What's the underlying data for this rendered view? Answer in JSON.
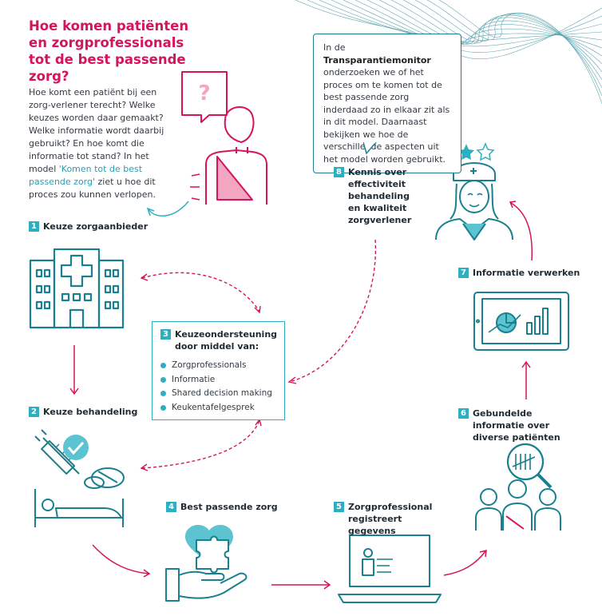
{
  "title": "Hoe komen patiënten en zorgprofessionals tot de best passende zorg?",
  "intro": {
    "before_link": "Hoe komt een patiënt bij een zorg-verlener terecht? Welke keuzes worden daar gemaakt? Welke informatie wordt daarbij gebruikt? En hoe komt die informatie tot stand? In het model ",
    "link": "'Komen tot de best passende zorg'",
    "after_link": " ziet u hoe dit proces zou kunnen verlopen."
  },
  "callout": {
    "before_bold": "In de ",
    "bold": "Transparantiemonitor",
    "after_bold": " onderzoeken we of het proces om te komen tot de best passende zorg inderdaad zo in elkaar zit als in dit model. Daarnaast bekijken we hoe de verschillende aspecten uit het model worden gebruikt."
  },
  "steps": [
    {
      "num": "1",
      "label": "Keuze zorgaanbieder"
    },
    {
      "num": "2",
      "label": "Keuze behandeling"
    },
    {
      "num": "3",
      "label": "Keuzeondersteuning door middel van:"
    },
    {
      "num": "4",
      "label": "Best passende zorg"
    },
    {
      "num": "5",
      "label": "Zorgprofessional registreert gegevens"
    },
    {
      "num": "6",
      "label": "Gebundelde informatie over diverse patiënten"
    },
    {
      "num": "7",
      "label": "Informatie verwerken"
    },
    {
      "num": "8",
      "label": "Kennis over effectiviteit behandeling en kwaliteit zorgverlener"
    }
  ],
  "support_items": [
    "Zorgprofessionals",
    "Informatie",
    "Shared decision making",
    "Keukentafelgesprek"
  ],
  "colors": {
    "accent": "#d6135d",
    "teal": "#1a7f8e",
    "light_teal": "#2eafc1",
    "pink_fill": "#f2a6bf"
  },
  "icons": [
    "question-bubble-icon",
    "patient-icon",
    "hospital-icon",
    "syringe-icon",
    "checkmark-icon",
    "pills-icon",
    "hospital-bed-icon",
    "puzzle-heart-icon",
    "hand-icon",
    "laptop-icon",
    "people-icon",
    "magnifier-icon",
    "tablet-chart-icon",
    "nurse-icon",
    "star-icon"
  ]
}
